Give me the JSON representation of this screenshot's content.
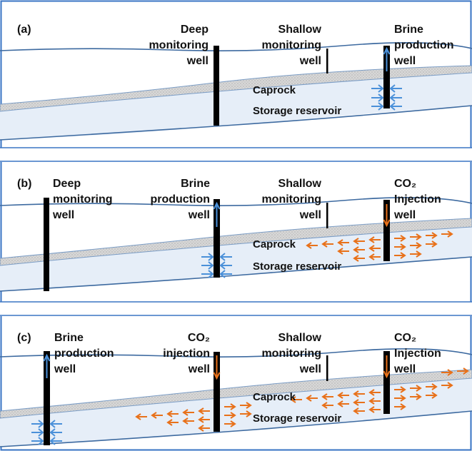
{
  "figure": {
    "colors": {
      "frame": "#3a75c4",
      "surface_line": "#3d6aa0",
      "reservoir_fill": "#e6eef8",
      "caprock_fill": "#d4d4d4",
      "well": "#000000",
      "brine_arrow": "#4a90d9",
      "co2_arrow": "#e8711a"
    },
    "panels": [
      {
        "id": "a",
        "label": "(a)",
        "caprock": "Caprock",
        "reservoir": "Storage reservoir",
        "wells": [
          {
            "type": "deep",
            "lines": [
              "Deep",
              "monitoring",
              "well"
            ]
          },
          {
            "type": "shallow",
            "lines": [
              "Shallow",
              "monitoring",
              "well"
            ]
          },
          {
            "type": "brine",
            "lines": [
              "Brine",
              "production",
              "well"
            ]
          }
        ]
      },
      {
        "id": "b",
        "label": "(b)",
        "caprock": "Caprock",
        "reservoir": "Storage reservoir",
        "wells": [
          {
            "type": "deep",
            "lines": [
              "Deep",
              "monitoring",
              "well"
            ]
          },
          {
            "type": "brine",
            "lines": [
              "Brine",
              "production",
              "well"
            ]
          },
          {
            "type": "shallow",
            "lines": [
              "Shallow",
              "monitoring",
              "well"
            ]
          },
          {
            "type": "co2",
            "lines": [
              "CO₂",
              "Injection",
              "well"
            ]
          }
        ]
      },
      {
        "id": "c",
        "label": "(c)",
        "caprock": "Caprock",
        "reservoir": "Storage reservoir",
        "wells": [
          {
            "type": "brine",
            "lines": [
              "Brine",
              "production",
              "well"
            ]
          },
          {
            "type": "co2",
            "lines": [
              "CO₂",
              "injection",
              "well"
            ]
          },
          {
            "type": "shallow",
            "lines": [
              "Shallow",
              "monitoring",
              "well"
            ]
          },
          {
            "type": "co2",
            "lines": [
              "CO₂",
              "Injection",
              "well"
            ]
          }
        ]
      }
    ]
  }
}
